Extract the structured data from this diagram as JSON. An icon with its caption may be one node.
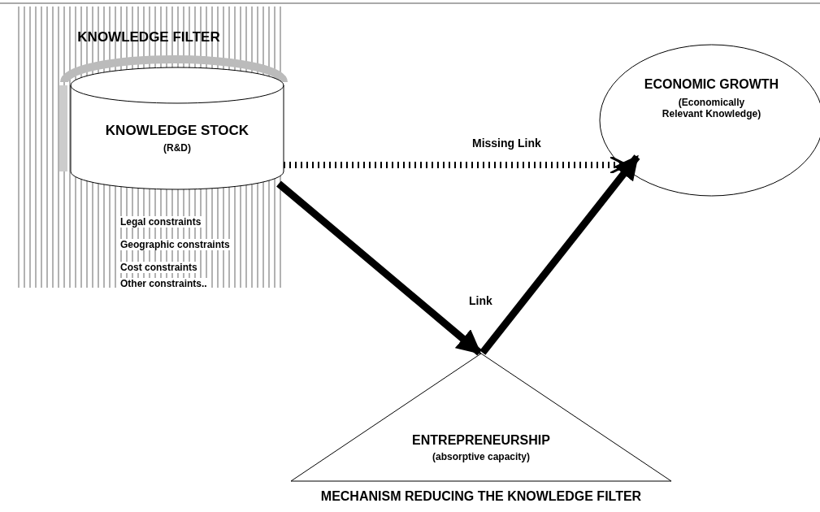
{
  "diagram": {
    "nodes": [
      {
        "text": [
          "KNOWLEDGE FILTER",
          "Legal constraints",
          "Geographic constraints",
          "Cost constraints",
          "Other constraints.."
        ]
      },
      {
        "text": [
          "KNOWLEDGE STOCK",
          "(R&D)"
        ],
        "in": 0
      },
      {
        "text": [
          "ECONOMIC GROWTH",
          "(Economically Relevant Knowledge)"
        ]
      },
      {
        "text": [
          "ENTREPRENEURSHIP",
          "(absorptive capacity)"
        ],
        "beside": [
          "MECHANISM REDUCING THE KNOWLEDGE FILTER"
        ]
      }
    ],
    "edges": [
      {
        "from": 1,
        "to": 2,
        "arrow": "to",
        "label": "Missing Link",
        "style": "dashed"
      },
      {
        "from": 1,
        "to": 3,
        "arrow": "to",
        "label": "Link"
      },
      {
        "from": 3,
        "to": 2,
        "arrow": "to"
      }
    ]
  }
}
